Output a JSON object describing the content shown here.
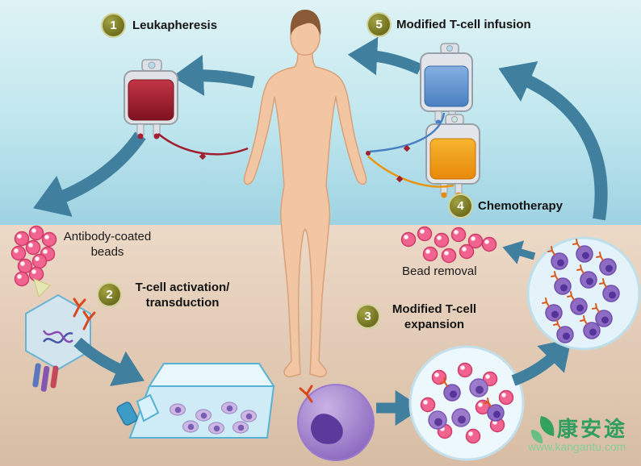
{
  "steps": [
    {
      "num": "1",
      "label": "Leukapheresis"
    },
    {
      "num": "2",
      "label": "T-cell activation/\ntransduction"
    },
    {
      "num": "3",
      "label": "Modified T-cell\nexpansion"
    },
    {
      "num": "4",
      "label": "Chemotherapy"
    },
    {
      "num": "5",
      "label": "Modified T-cell infusion"
    }
  ],
  "annotations": {
    "antibody_beads": "Antibody-coated\nbeads",
    "bead_removal": "Bead removal"
  },
  "watermark": {
    "brand": "康安途",
    "url": "www.kangantu.com"
  },
  "colors": {
    "arrow_teal": "#417f9e",
    "badge_olive": "#6c6c1c",
    "sky": "#bfe6ee",
    "ground": "#e0c9b2",
    "blood_red": "#b01c2e",
    "chemo_orange": "#f0960f",
    "infusion_blue": "#5b8fd4",
    "bead_pink": "#f0648f",
    "cell_purple": "#8f6cc4",
    "watermark_green": "#2f9e5f"
  }
}
